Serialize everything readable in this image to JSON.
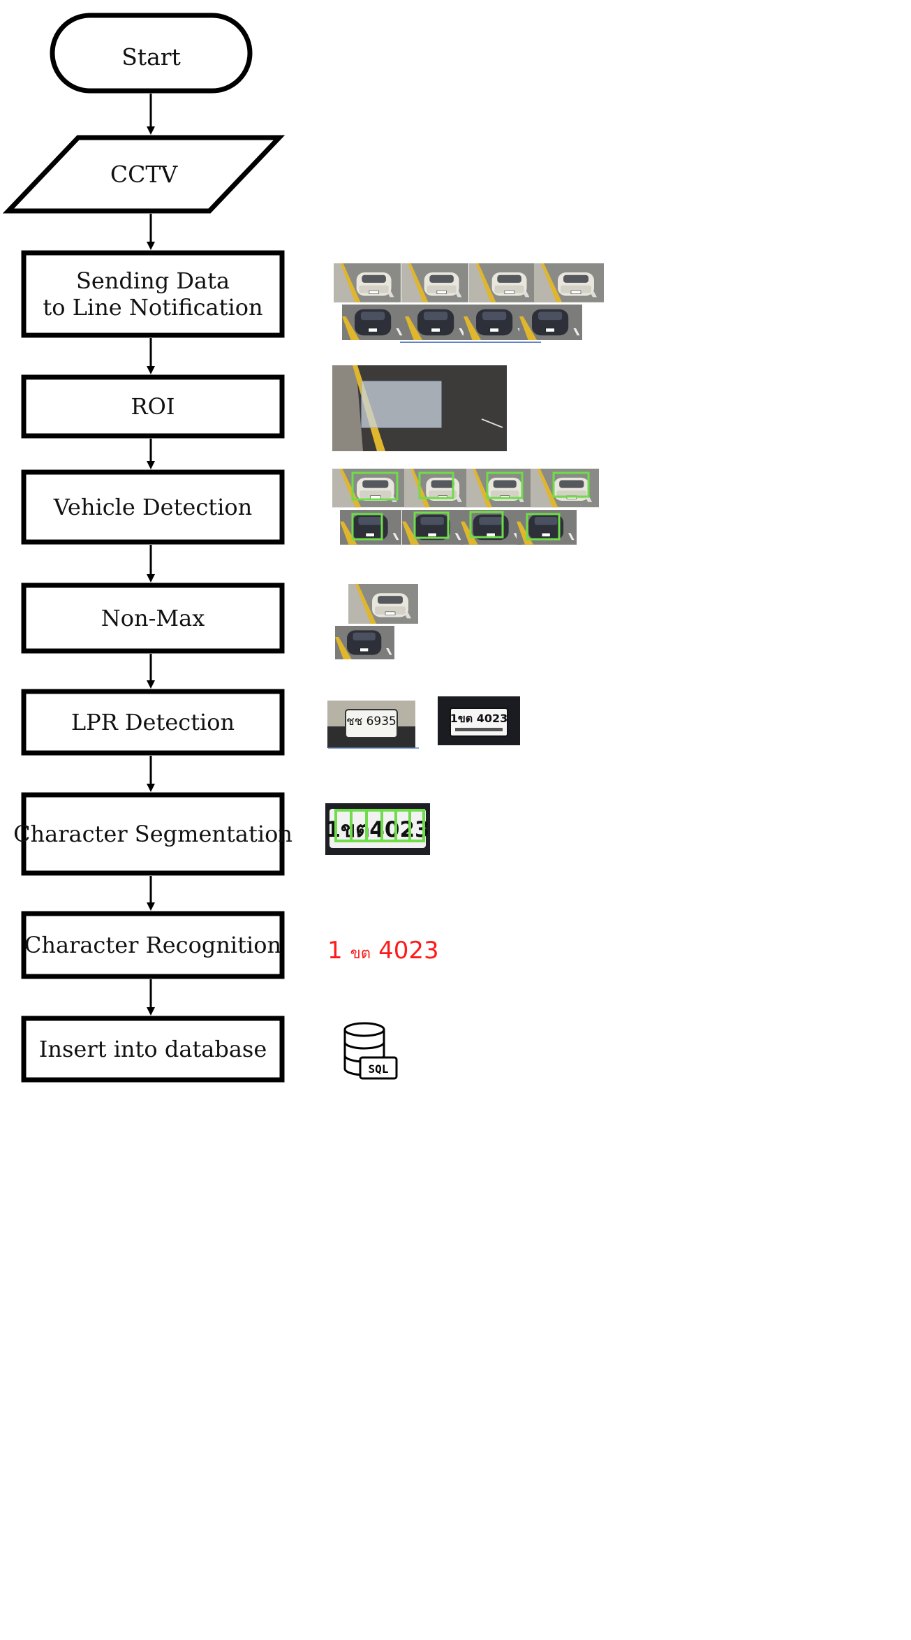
{
  "flowchart": {
    "start": "Start",
    "input": "CCTV",
    "steps": [
      "Sending Data\nto Line Notification",
      "ROI",
      "Vehicle Detection",
      "Non-Max",
      "LPR Detection",
      "Character Segmentation",
      "Character Recognition",
      "Insert into database"
    ]
  },
  "illustrations": {
    "plate_1": "ชช 6935",
    "plate_2": "1ขต 4023",
    "segmented_plate": "1ขต4023",
    "recognition_result": {
      "num": "1",
      "thai": "ขต",
      "digits": "4023"
    },
    "database_icon_label": "SQL"
  },
  "colors": {
    "shape_stroke": "#000000",
    "detection_box": "#6fdc4a",
    "recognition_text": "#ff1a1a"
  },
  "icons": [
    "database-icon"
  ]
}
